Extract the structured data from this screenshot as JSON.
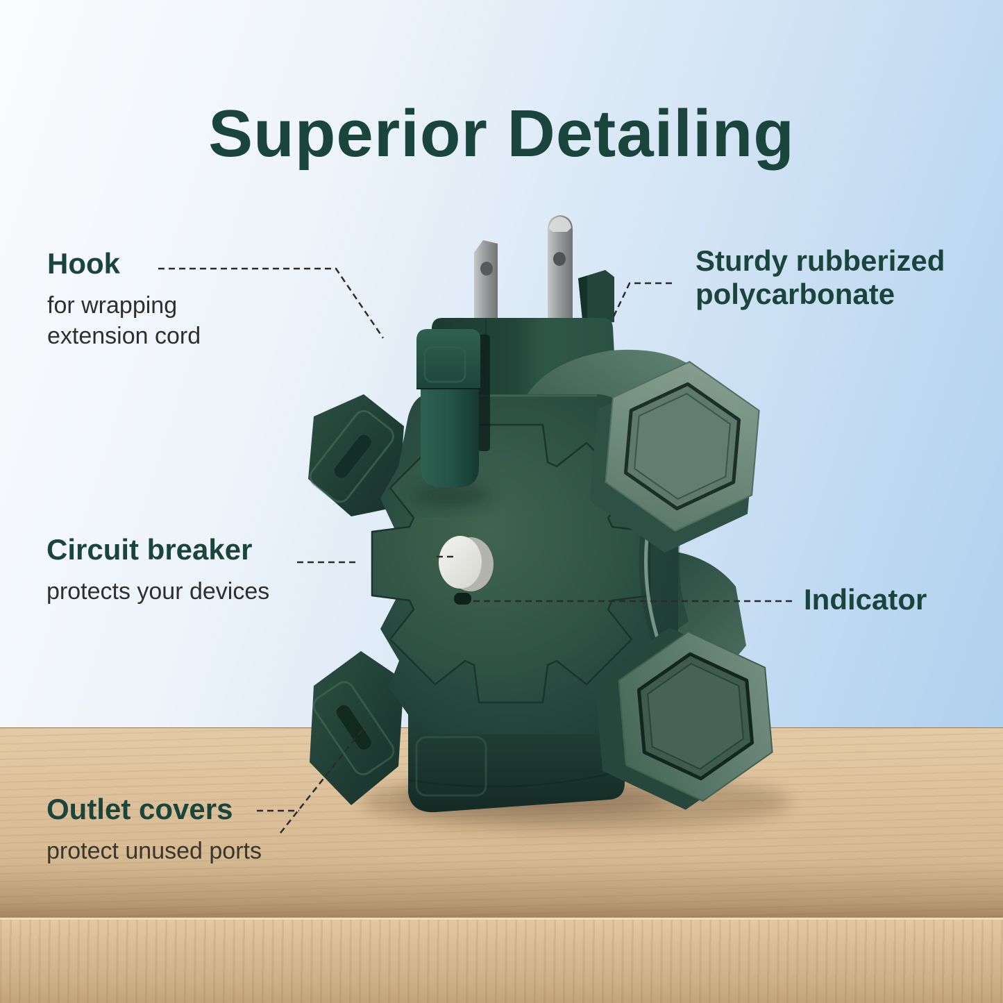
{
  "title": "Superior Detailing",
  "callouts": {
    "hook": {
      "label": "Hook",
      "description": "for wrapping extension cord"
    },
    "material": {
      "label": "Sturdy rubberized polycarbonate"
    },
    "circuit_breaker": {
      "label": "Circuit breaker",
      "description": "protects your devices"
    },
    "indicator": {
      "label": "Indicator"
    },
    "outlet_covers": {
      "label": "Outlet covers",
      "description": "protect unused ports"
    }
  },
  "colors": {
    "heading_green": "#1a453d",
    "body_text": "#2e2e2e",
    "product_body_green": "#2a4c3f",
    "outlet_pod_sage": "#6d897b",
    "breaker_button_white": "#e9eae6",
    "sky_blue": "#a9cdee",
    "wood_tan": "#d9bd96",
    "leader_line": "#2b2b2b"
  }
}
